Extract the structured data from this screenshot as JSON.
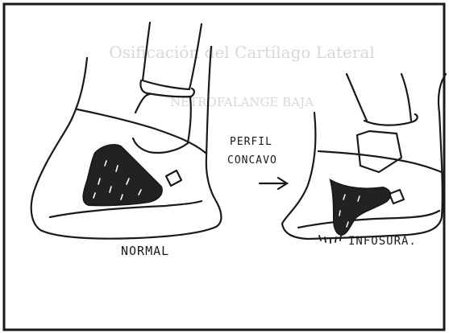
{
  "background_text": {
    "heading": "Osificación del Cartílago Lateral",
    "subheading": "NETROFALANGE BAJA"
  },
  "labels": {
    "normal": "NORMAL",
    "perfil_line1": "PERFIL",
    "perfil_line2": "CONCAVO",
    "arrow": "→",
    "infosura": "INFOSURA."
  },
  "colors": {
    "ink": "#1a1a1a",
    "paper": "#ffffff",
    "bleed": "#d8d8d8"
  }
}
